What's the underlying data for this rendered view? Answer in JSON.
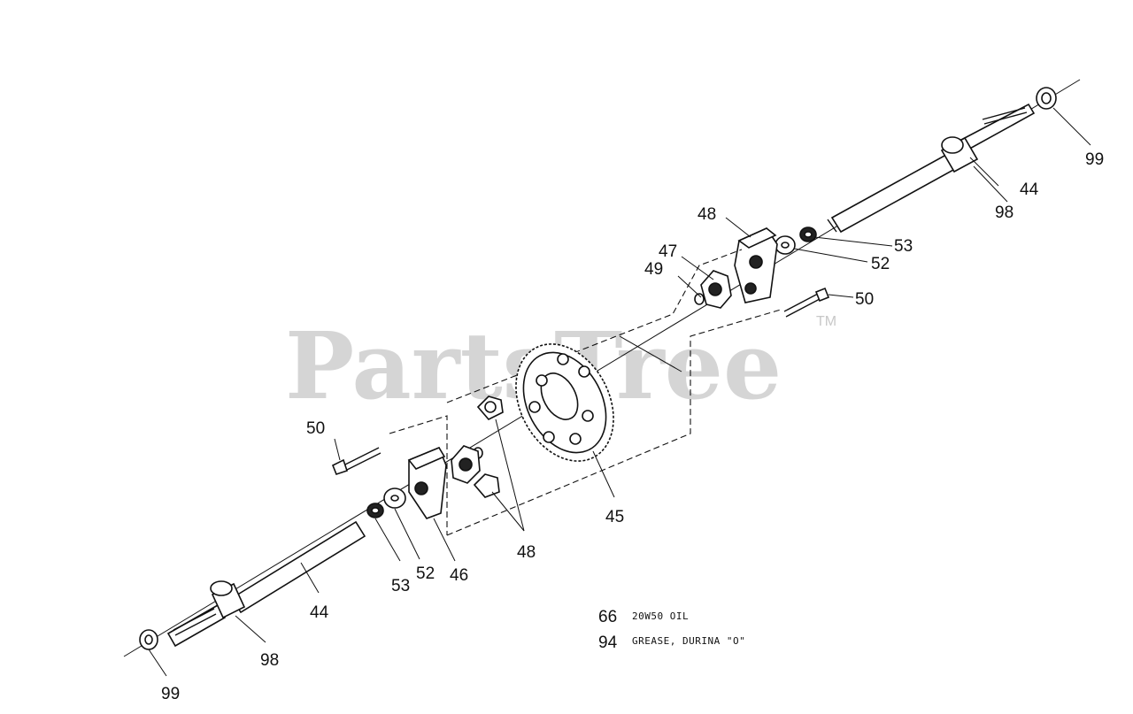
{
  "watermark": {
    "text": "PartsTree",
    "tm": "TM"
  },
  "callouts": {
    "c99_top": "99",
    "c44_top": "44",
    "c98_top": "98",
    "c48_top": "48",
    "c47": "47",
    "c49": "49",
    "c53_top": "53",
    "c52_top": "52",
    "c50_right": "50",
    "c50_left": "50",
    "c45": "45",
    "c48_bottom": "48",
    "c46": "46",
    "c52_bottom": "52",
    "c53_bottom": "53",
    "c44_bottom": "44",
    "c98_bottom": "98",
    "c99_bottom": "99"
  },
  "notes": [
    {
      "num": "66",
      "text": "20W50 OIL"
    },
    {
      "num": "94",
      "text": "GREASE, DURINA \"O\""
    }
  ],
  "colors": {
    "ink": "#111111",
    "watermark": "#c8c8c8",
    "background": "#ffffff"
  }
}
